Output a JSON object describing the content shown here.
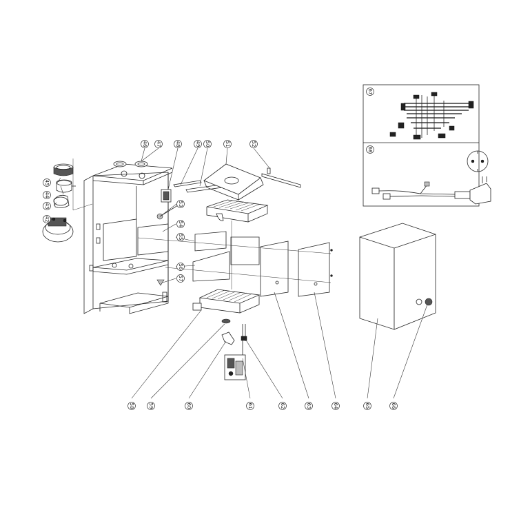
{
  "labels": {
    "p42": "42",
    "p43": "43",
    "p44": "44",
    "p45": "45",
    "p46": "46",
    "p47": "47",
    "p48": "48",
    "p49": "49",
    "p50": "50",
    "p51": "51",
    "p52": "52",
    "p53": "53",
    "p54": "54",
    "p55": "55",
    "p56": "56",
    "p57": "57",
    "p58": "58",
    "p59": "59",
    "p60": "60",
    "p61": "61",
    "p62": "62",
    "p63": "63",
    "p64": "64",
    "p65": "65",
    "p66": "66",
    "p67": "67",
    "p68": "68"
  }
}
